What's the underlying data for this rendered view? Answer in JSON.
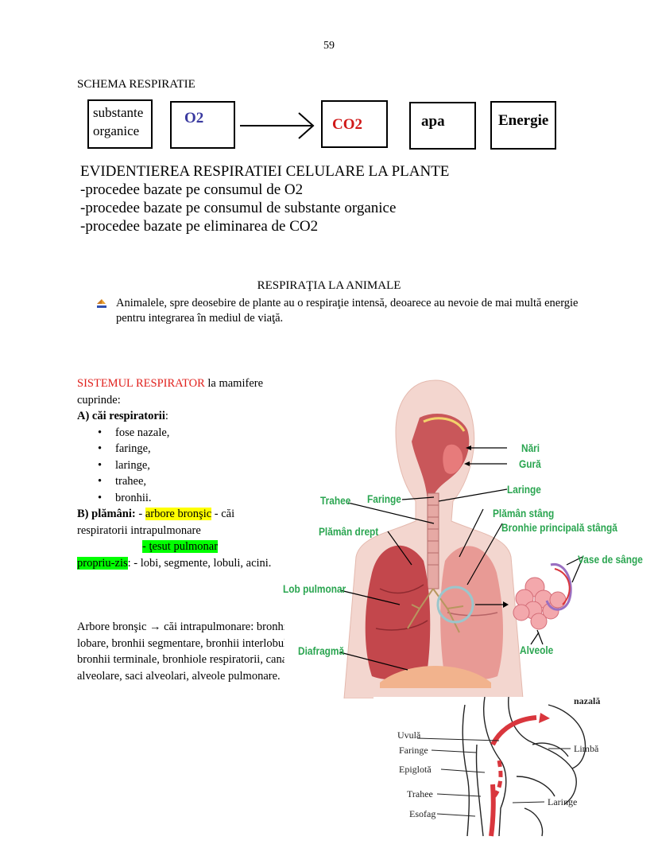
{
  "page_number": "59",
  "schema": {
    "title": "SCHEMA RESPIRATIE",
    "box1_line1": "substante",
    "box1_line2": "organice",
    "o2": "O2",
    "co2": "CO2",
    "apa": "apa",
    "energie": "Energie"
  },
  "evidentierea": {
    "title": "EVIDENTIEREA RESPIRATIEI CELULARE LA PLANTE",
    "items": [
      "-procedee bazate pe consumul de O2",
      "-procedee bazate pe consumul de substante organice",
      "-procedee bazate pe eliminarea de CO2"
    ]
  },
  "animale": {
    "title": "RESPIRAŢIA LA ANIMALE",
    "bullet": "Animalele, spre deosebire de plante au o respiraţie intensă, deoarece au nevoie de mai multă energie pentru integrarea în mediul de viaţă."
  },
  "sistem": {
    "title_red": "SISTEMUL RESPIRATOR",
    "title_rest": " la mamifere cuprinde:",
    "a_label": "A) căi respiratorii",
    "a_colon": ":",
    "cai": [
      "fose nazale,",
      "faringe,",
      "laringe,",
      "trahee,",
      "bronhii."
    ],
    "b_label": "B) plămâni:",
    "b_dash": " - ",
    "b_hl": "arbore bronşic",
    "b_rest": " - căi respiratorii intrapulmonare",
    "tesut_hl": "- ţesut pulmonar",
    "propriu_hl": "propriu-zis",
    "propriu_rest": ": - lobi, segmente, lobuli, acini."
  },
  "arbore": {
    "text": "Arbore bronşic → căi intrapulmonare: bronhii lobare, bronhii segmentare, bronhii interlobulare, bronhii terminale, bronhiole respiratorii, canale alveolare, saci alveolari, alveole pulmonare."
  },
  "fig1_labels": {
    "nari": "Nări",
    "gura": "Gură",
    "laringe": "Laringe",
    "trahee": "Trahee",
    "faringe": "Faringe",
    "plaman_stang": "Plămân stâng",
    "bronhie": "Bronhie principală stângă",
    "plaman_drept": "Plămân drept",
    "vase": "Vase de sânge",
    "lob": "Lob pulmonar",
    "diafragma": "Diafragmă",
    "alveole": "Alveole"
  },
  "fig2_labels": {
    "nazala": "nazală",
    "uvula": "Uvulă",
    "faringe": "Faringe",
    "limba": "Limbă",
    "epiglota": "Epiglotă",
    "trahee": "Trahee",
    "laringe": "Laringe",
    "esofag": "Esofag"
  },
  "colors": {
    "o2": "#3a3aa0",
    "co2": "#d01818",
    "red_title": "#e0201c",
    "label_green": "#2aa550",
    "highlight_yellow": "#ffff00",
    "highlight_green": "#00ff00"
  }
}
